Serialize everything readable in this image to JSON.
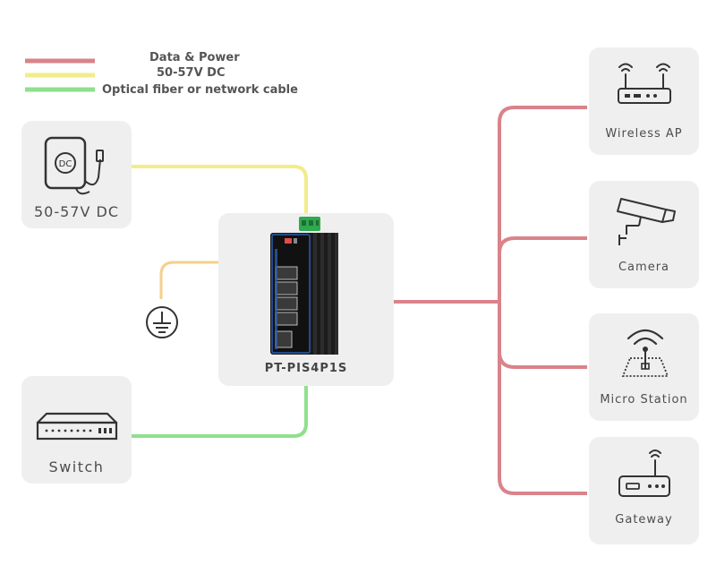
{
  "legend": {
    "data_power": "Data & Power",
    "dc": "50-57V DC",
    "fiber": "Optical fiber or network cable"
  },
  "colors": {
    "data_power": "#d9838a",
    "dc": "#f2ec8b",
    "fiber": "#8fe08c",
    "ground": "#f5cf8c",
    "box": "#efefef"
  },
  "nodes": {
    "power_supply": {
      "label": "50-57V DC",
      "icon_text": "DC",
      "icon": "dc-adapter-icon"
    },
    "switch": {
      "label": "Switch",
      "icon": "network-switch-icon"
    },
    "device": {
      "label": "PT-PIS4P1S",
      "icon": "industrial-poe-switch"
    },
    "ground": {
      "icon": "ground-icon"
    },
    "wireless_ap": {
      "label": "Wireless AP",
      "icon": "wireless-router-icon"
    },
    "camera": {
      "label": "Camera",
      "icon": "cctv-camera-icon"
    },
    "micro_station": {
      "label": "Micro Station",
      "icon": "antenna-station-icon"
    },
    "gateway": {
      "label": "Gateway",
      "icon": "gateway-icon"
    }
  }
}
